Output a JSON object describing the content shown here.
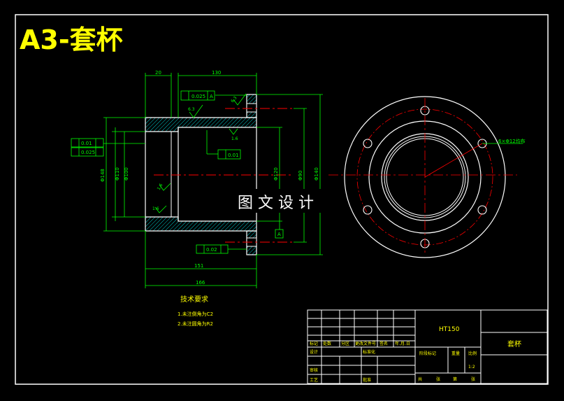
{
  "title": "A3-套杯",
  "watermark": "图 文 设 计",
  "tech_requirements": {
    "heading": "技术要求",
    "items": [
      "1.未注倒角为C2",
      "2.未注圆角为R2"
    ]
  },
  "dimensions": {
    "flange_thickness": "20",
    "body_length": "130",
    "overall_151": "151",
    "overall_166": "166",
    "dia_ob": "Φ148",
    "dia_bore1": "Φ110",
    "dia_bore2": "Φ100",
    "dia_hub": "Φ120",
    "dia_d2": "Φ90",
    "dia_d3": "Φ140",
    "hole_note": "6×Φ12均布"
  },
  "tolerances": {
    "parallel_top": "0.025",
    "roundness_left": "0.01",
    "runout_left": "0.025",
    "roundness_inner": "0.01",
    "perp_bottom": "0.02",
    "datum_a": "A",
    "datum_b": "A"
  },
  "roughness": {
    "r1": "6.3",
    "r2": "6.3",
    "r3": "1.6",
    "r4": "1.6",
    "r5": "1.6"
  },
  "title_block": {
    "material": "HT150",
    "part_name": "套杯",
    "scale_value": "1:2",
    "headers": [
      "标记",
      "处数",
      "分区",
      "更改文件号",
      "签名",
      "年.月.日"
    ],
    "labels": {
      "design": "设计",
      "standard": "标准化",
      "review": "审核",
      "process": "工艺",
      "approve": "批准",
      "stage": "阶段标记",
      "weight": "重量",
      "scale": "比例",
      "sheets": "共",
      "sheet_of": "张",
      "sheet_num": "第",
      "sheet_end": "张"
    }
  },
  "colors": {
    "frame": "#ffffff",
    "outline": "#ffffff",
    "dim": "#00ff00",
    "center": "#ff0000",
    "title": "#ffff00",
    "hatch": "#00cccc",
    "note": "#ffff00"
  }
}
